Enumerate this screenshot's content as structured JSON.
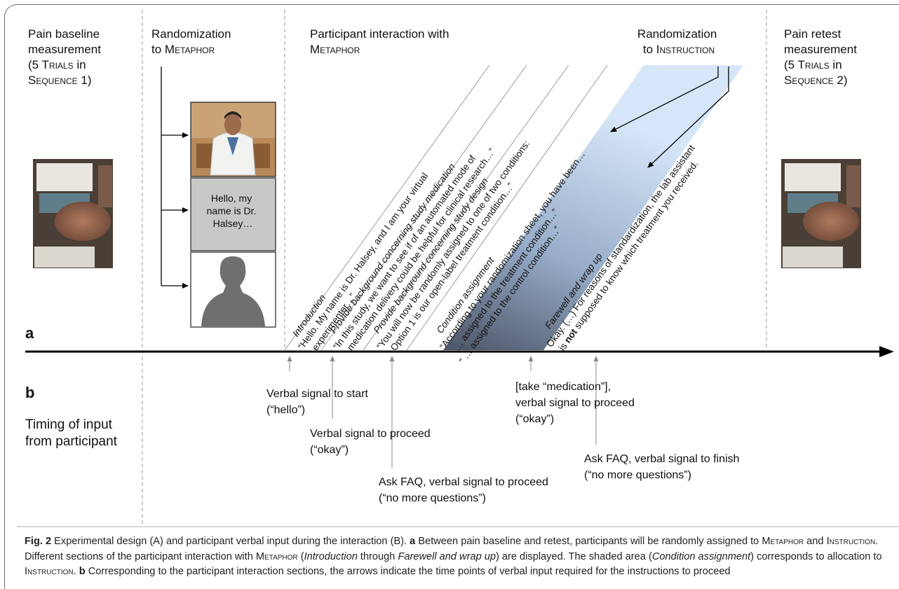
{
  "headers": {
    "baseline": [
      "Pain baseline",
      "measurement",
      "(5 T",
      "rials",
      " in",
      "S",
      "equence",
      " 1)"
    ],
    "rand_metaphor": [
      "Randomization",
      "to M",
      "etaphor"
    ],
    "interaction": [
      "Participant interaction with",
      "M",
      "etaphor"
    ],
    "rand_instruction": [
      "Randomization",
      "to I",
      "nstruction"
    ],
    "retest": [
      "Pain retest",
      "measurement",
      "(5 T",
      "rials",
      " in",
      "S",
      "equence",
      " 2)"
    ]
  },
  "panel_letters": {
    "a": "a",
    "b": "b"
  },
  "timing_label": [
    "Timing of input",
    "from participant"
  ],
  "speech_box": [
    "Hello, my",
    "name is Dr.",
    "Halsey…"
  ],
  "diagonal_texts": {
    "intro": [
      "Introduction",
      "“Hello. My name is Dr. Halsey, and I am your virtual",
      "experimenter…”"
    ],
    "background_med": [
      "Provide background concerning study medication",
      "“In this study, we want to see if of an automated mode of",
      "medication delivery could be helpful for clinical research…”"
    ],
    "background_design": [
      "Provide background concerning study design",
      "“You will now be randomly assigned to one of two conditions:",
      "Option 1 is our open-label  treatment condition…”"
    ],
    "condition": [
      "Condition assignment",
      "“According to your randomization sheet, you have been…",
      "… assigned to the treatment condition…”",
      "“ … assigned to the control condition…”"
    ],
    "farewell": [
      "Farewell and wrap up",
      "Okay. (…) For reasons of standardization, the lab assistant",
      "is ",
      "not",
      " supposed to know which treatment you received."
    ]
  },
  "signals": {
    "start": [
      "Verbal signal to start",
      "(“hello”)"
    ],
    "proceed1": [
      "Verbal signal to proceed",
      "(“okay”)"
    ],
    "faq1": [
      "Ask FAQ, verbal signal to proceed",
      "(“no more questions”)"
    ],
    "medication": [
      "[take “medication”],",
      "verbal signal to proceed",
      "(“okay”)"
    ],
    "faq2": [
      "Ask FAQ, verbal signal to finish",
      "(“no more questions”)"
    ]
  },
  "caption": {
    "fig": "Fig. 2",
    "s1": " Experimental design (A) and participant verbal input during the interaction (B). ",
    "a": "a",
    "s2": " Between pain baseline and retest, participants will be randomly assigned to ",
    "metaphor1": "Metaphor",
    "s3": " and ",
    "instruction1": "Instruction",
    "s4": ". Different sections of the participant interaction with ",
    "metaphor2": "Metaphor",
    "s5": " (",
    "intro_i": "Introduction",
    "s6": " through ",
    "farewell_i": "Farewell and wrap up",
    "s7": ") are displayed. The shaded area (",
    "condition_i": "Condition assignment",
    "s8": ") corresponds to allocation to ",
    "instruction2": "Instruction",
    "s9": ". ",
    "b": "b",
    "s10": " Corresponding to the participant interaction sections, the arrows indicate the time points of verbal input required for the instructions to proceed"
  },
  "colors": {
    "band_light": "#d6e6f8",
    "band_mid": "#96acc8",
    "band_dark": "#4f586a",
    "axis": "#000000",
    "guide": "#9a9a9a"
  }
}
